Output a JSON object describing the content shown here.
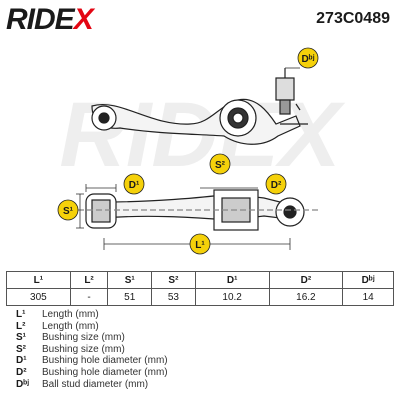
{
  "brand": {
    "name": "RIDEX",
    "accent": "#e30613"
  },
  "part_number": "273C0489",
  "drawing": {
    "watermark": "RIDEX",
    "callouts": {
      "d_ball": "Dᵇʲ",
      "d1": "D¹",
      "d2": "D²",
      "s1": "S¹",
      "s2": "S²",
      "l1": "L¹"
    }
  },
  "spec_table": {
    "headers": [
      "L¹",
      "L²",
      "S¹",
      "S²",
      "D¹",
      "D²",
      "Dᵇʲ"
    ],
    "values": [
      "305",
      "-",
      "51",
      "53",
      "10.2",
      "16.2",
      "14"
    ]
  },
  "legend": [
    {
      "symbol": "L¹",
      "text": "Length (mm)"
    },
    {
      "symbol": "L²",
      "text": "Length (mm)"
    },
    {
      "symbol": "S¹",
      "text": "Bushing size (mm)"
    },
    {
      "symbol": "S²",
      "text": "Bushing size (mm)"
    },
    {
      "symbol": "D¹",
      "text": "Bushing hole diameter (mm)"
    },
    {
      "symbol": "D²",
      "text": "Bushing hole diameter (mm)"
    },
    {
      "symbol": "Dᵇʲ",
      "text": "Ball stud diameter (mm)"
    }
  ]
}
